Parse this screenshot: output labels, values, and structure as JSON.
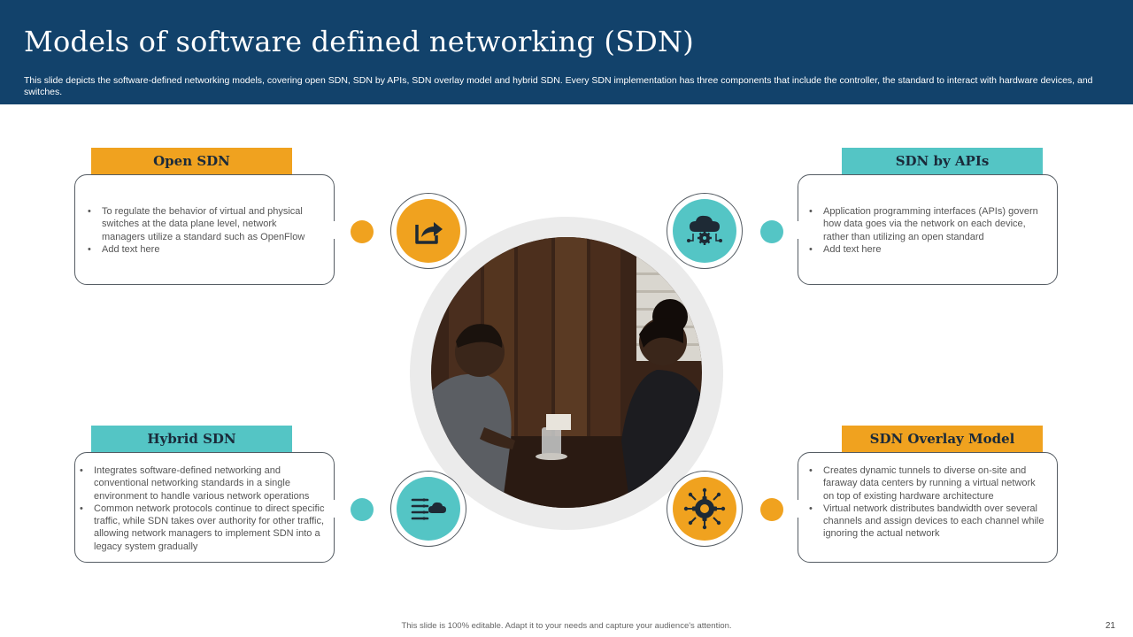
{
  "header": {
    "title": "Models of software defined networking (SDN)",
    "subtitle": "This slide depicts the software-defined networking models, covering open SDN, SDN by APIs, SDN overlay model and hybrid SDN. Every SDN implementation has three components that include the controller, the standard to interact with hardware devices, and switches."
  },
  "colors": {
    "header_bg": "#12426b",
    "orange": "#f0a21f",
    "teal": "#54c5c5"
  },
  "models": [
    {
      "title": "Open SDN",
      "icon": "share-icon",
      "bullets": [
        "To regulate the behavior of virtual and physical switches at the data plane level, network managers utilize a standard such as OpenFlow",
        "Add text here"
      ]
    },
    {
      "title": "SDN by APIs",
      "icon": "cloud-network-icon",
      "bullets": [
        "Application programming interfaces (APIs) govern how data goes via the network on each device, rather than utilizing an open standard",
        "Add text here"
      ]
    },
    {
      "title": "Hybrid SDN",
      "icon": "server-cloud-icon",
      "bullets": [
        "Integrates software-defined networking and conventional networking standards in a single environment to handle various network operations",
        "Common network protocols continue to direct specific traffic, while SDN takes over authority for other traffic, allowing network managers to implement SDN into a legacy system gradually"
      ]
    },
    {
      "title": "SDN Overlay Model",
      "icon": "gear-network-icon",
      "bullets": [
        "Creates dynamic tunnels to diverse on-site and faraway data centers by running a virtual network on top of existing hardware architecture",
        "Virtual network distributes bandwidth over several channels and assign devices to each channel while ignoring the actual network"
      ]
    }
  ],
  "footer": {
    "note": "This slide is 100% editable. Adapt it to your needs and capture your audience's attention.",
    "page_number": "21"
  }
}
